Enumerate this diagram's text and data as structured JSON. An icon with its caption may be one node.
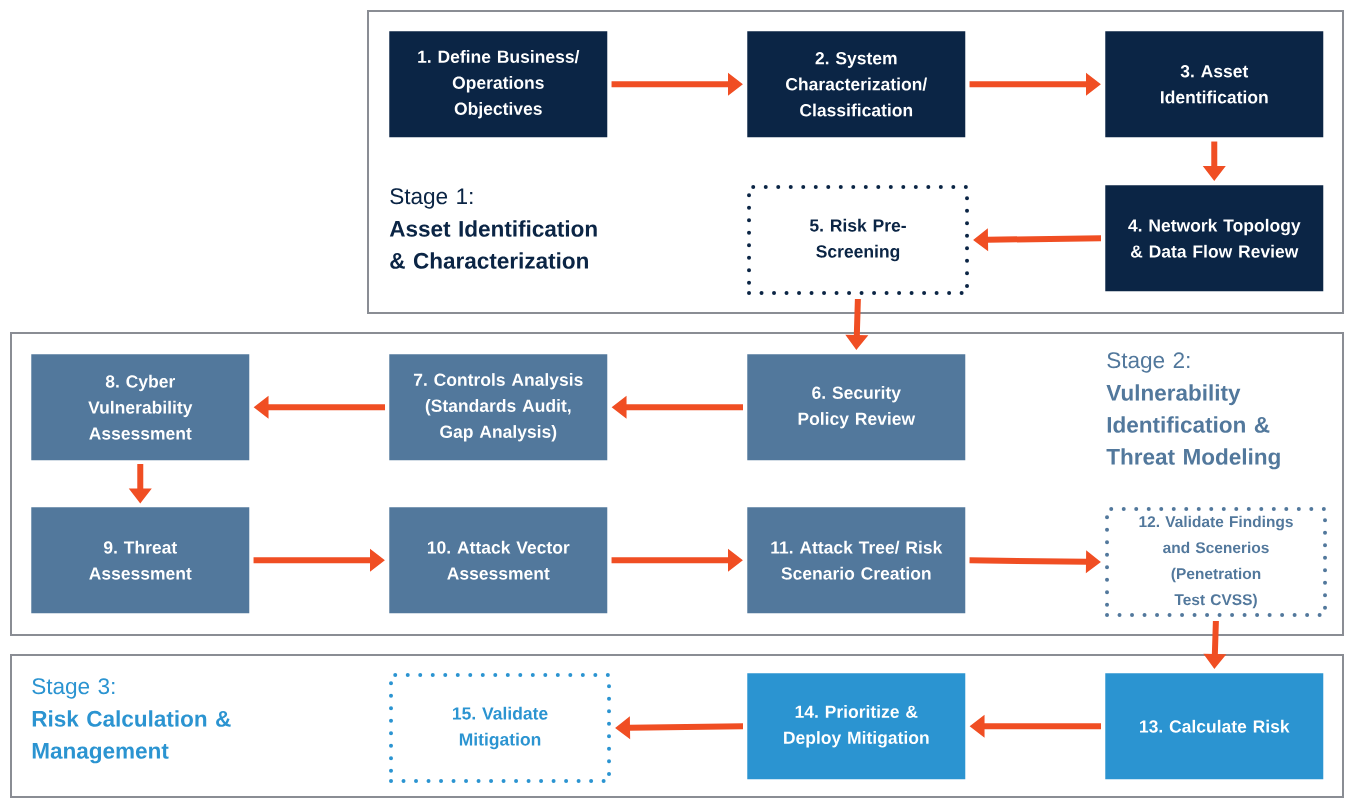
{
  "diagram": {
    "nodes": [
      {
        "text": [
          "Stage 1:",
          "Asset Identification & Characterization"
        ]
      },
      {
        "text": [
          "1. Define Business/ Operations Objectives"
        ],
        "in": 0
      },
      {
        "text": [
          "2. System Characterization/ Classification"
        ],
        "in": 0
      },
      {
        "text": [
          "3. Asset Identification"
        ],
        "in": 0
      },
      {
        "text": [
          "4. Network Topology & Data Flow Review"
        ],
        "in": 0
      },
      {
        "text": [
          "5. Risk Pre-Screening"
        ],
        "in": 0
      },
      {
        "text": [
          "Stage 2:",
          "Vulnerability Identification & Threat Modeling"
        ]
      },
      {
        "text": [
          "6. Security Policy Review"
        ],
        "in": 6
      },
      {
        "text": [
          "7. Controls Analysis (Standards Audit, Gap Analysis)"
        ],
        "in": 6
      },
      {
        "text": [
          "8. Cyber Vulnerability Assessment"
        ],
        "in": 6
      },
      {
        "text": [
          "9. Threat Assessment"
        ],
        "in": 6
      },
      {
        "text": [
          "10. Attack Vector Assessment"
        ],
        "in": 6
      },
      {
        "text": [
          "11. Attack Tree/ Risk Scenario Creation"
        ],
        "in": 6
      },
      {
        "text": [
          "12. Validate Findings and Scenerios (Penetration Test CVSS)"
        ],
        "in": 6
      },
      {
        "text": [
          "Stage 3:",
          "Risk Calculation & Management"
        ]
      },
      {
        "text": [
          "13. Calculate Risk"
        ],
        "in": 14
      },
      {
        "text": [
          "14. Prioritize & Deploy Mitigation"
        ],
        "in": 14
      },
      {
        "text": [
          "15. Validate Mitigation"
        ],
        "in": 14
      }
    ],
    "edges": [
      {
        "from": 1,
        "to": 2,
        "arrow": "to"
      },
      {
        "from": 2,
        "to": 3,
        "arrow": "to"
      },
      {
        "from": 3,
        "to": 4,
        "arrow": "to"
      },
      {
        "from": 4,
        "to": 5,
        "arrow": "to"
      },
      {
        "from": 5,
        "to": 7,
        "arrow": "to"
      },
      {
        "from": 7,
        "to": 8,
        "arrow": "to"
      },
      {
        "from": 8,
        "to": 9,
        "arrow": "to"
      },
      {
        "from": 9,
        "to": 10,
        "arrow": "to"
      },
      {
        "from": 10,
        "to": 11,
        "arrow": "to"
      },
      {
        "from": 11,
        "to": 12,
        "arrow": "to"
      },
      {
        "from": 12,
        "to": 13,
        "arrow": "to"
      },
      {
        "from": 13,
        "to": 15,
        "arrow": "to"
      },
      {
        "from": 15,
        "to": 16,
        "arrow": "to"
      },
      {
        "from": 16,
        "to": 17,
        "arrow": "to"
      }
    ]
  }
}
